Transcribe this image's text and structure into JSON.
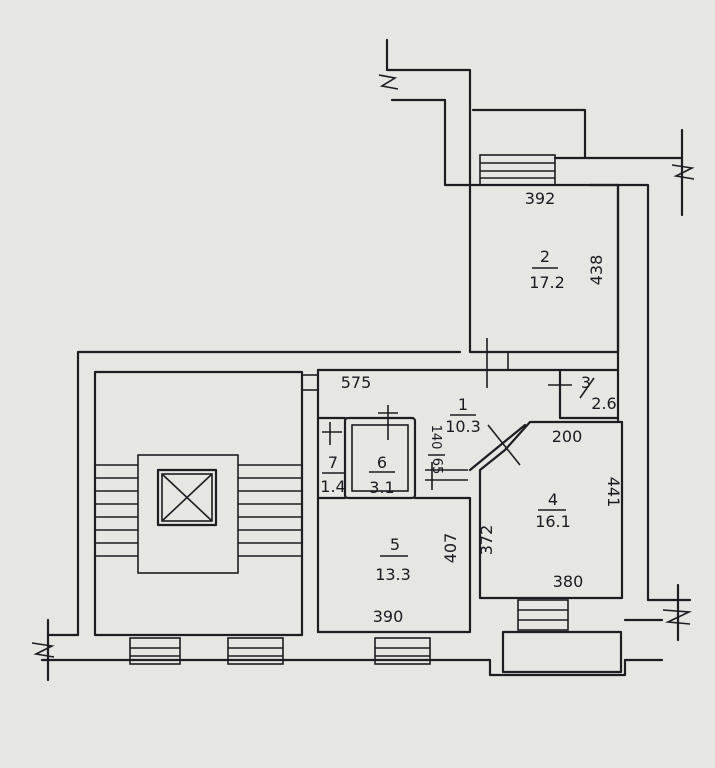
{
  "rooms": [
    {
      "number": "1",
      "area": "10.3"
    },
    {
      "number": "2",
      "area": "17.2"
    },
    {
      "number": "3",
      "area": "2.6"
    },
    {
      "number": "4",
      "area": "16.1"
    },
    {
      "number": "5",
      "area": "13.3"
    },
    {
      "number": "6",
      "area": "3.1"
    },
    {
      "number": "7",
      "area": "1.4"
    }
  ],
  "dimensions": {
    "room2_width": "392",
    "room2_length": "438",
    "hall_length": "575",
    "room4_top": "200",
    "room4_right": "441",
    "room4_left": "372",
    "room4_bottom": "380",
    "room5_right": "407",
    "room5_bottom": "390",
    "small_wall_a": "140",
    "small_wall_b": "65"
  }
}
